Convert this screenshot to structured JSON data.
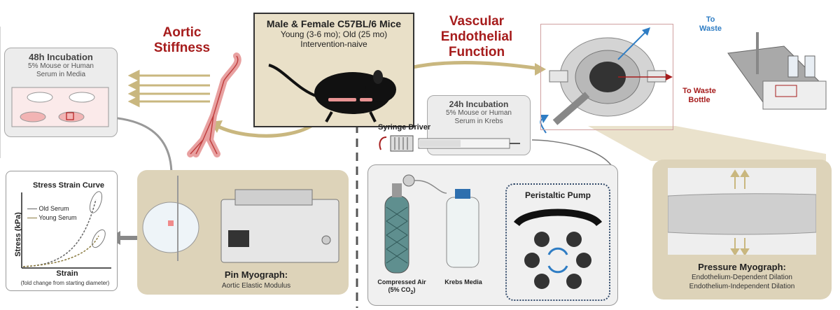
{
  "aortic": {
    "title_line1": "Aortic",
    "title_line2": "Stiffness"
  },
  "vascular": {
    "title_line1": "Vascular",
    "title_line2": "Endothelial",
    "title_line3": "Function"
  },
  "mice": {
    "title": "Male & Female C57BL/6 Mice",
    "line1": "Young (3-6 mo); Old (25 mo)",
    "line2": "Intervention-naive"
  },
  "incubation48": {
    "title": "48h Incubation",
    "line1": "5% Mouse or Human",
    "line2": "Serum in Media"
  },
  "incubation24": {
    "title": "24h Incubation",
    "line1": "5% Mouse or Human",
    "line2": "Serum in Krebs"
  },
  "syringe": {
    "label": "Syringe Driver"
  },
  "waste": {
    "to_waste": "To",
    "to_waste2": "Waste",
    "bottle1": "To Waste",
    "bottle2": "Bottle"
  },
  "stress_strain": {
    "title": "Stress Strain Curve",
    "legend_old": "Old Serum",
    "legend_young": "Young Serum",
    "ylabel": "Stress (kPa)",
    "xlabel": "Strain",
    "xnote": "(fold change from starting diameter)"
  },
  "pin_myograph": {
    "title": "Pin Myograph:",
    "subtitle": "Aortic Elastic Modulus"
  },
  "pump": {
    "label": "Peristaltic Pump"
  },
  "air": {
    "line1": "Compressed Air",
    "line2": "(5% CO",
    "sub": "2",
    "line2_end": ")"
  },
  "krebs": {
    "label": "Krebs Media"
  },
  "pressure_myograph": {
    "title": "Pressure Myograph:",
    "line1": "Endothelium-Dependent Dilation",
    "line2": "Endothelium-Independent Dilation"
  },
  "colors": {
    "accent_red": "#a61c1c",
    "tan": "#ddd3b9",
    "arrow_tan": "#c9b77f",
    "blue": "#2f7dc4"
  }
}
